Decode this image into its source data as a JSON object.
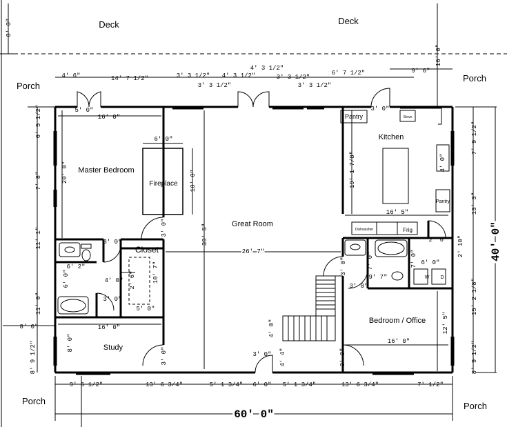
{
  "outdoor": {
    "deck_left": "Deck",
    "deck_right": "Deck",
    "porch_top_left": "Porch",
    "porch_top_right": "Porch",
    "porch_bottom_left": "Porch",
    "porch_bottom_right": "Porch"
  },
  "rooms": {
    "master_bedroom": "Master Bedroom",
    "fireplace": "Fireplace",
    "great_room": "Great Room",
    "kitchen": "Kitchen",
    "pantry_top": "Pantry",
    "pantry_side": "Pantry",
    "closet": "Closet",
    "study": "Study",
    "bedroom_office": "Bedroom / Office",
    "frig": "Frig",
    "stove": "Stove",
    "dishwasher": "Dishwasher",
    "washer": "W",
    "dryer": "D"
  },
  "dimensions": {
    "overall_width": "60' 0\"",
    "overall_depth": "40' 0\"",
    "deck_depth": "8' 0\"",
    "deck_right": "16' 0\"",
    "top": [
      "4' 6\"",
      "14' 7 1/2\"",
      "3' 3 1/2\"",
      "3' 3 1/2\"",
      "4' 3 1/2\"",
      "4' 3 1/2\"",
      "3' 3 1/2\"",
      "3' 3 1/2\"",
      "6' 7 1/2\"",
      "9' 6\""
    ],
    "master_door": "5' 0\"",
    "master_width": "16' 0\"",
    "master_depth": "20' 0\"",
    "fireplace_width": "6' 0\"",
    "fireplace_depth": "10' 0\"",
    "master_entry_door": "3' 0\"",
    "great_room_depth": "39' 5\"",
    "great_room_width": "26' 7\"",
    "kitchen_depth": "19' 1 7/8\"",
    "kitchen_width": "16' 5\"",
    "kitchen_door": "3' 0\"",
    "left_side": [
      "6' 5 1/2\"",
      "7' 8\"",
      "11' 1\"",
      "11' 0\"",
      "8' 0\"",
      "8' 9 1/2\""
    ],
    "right_side": [
      "7' 9 1/2\"",
      "13' 3\"",
      "2' 10\"",
      "15' 2 1/8\"",
      "8' 9 1/2\""
    ],
    "bath_door": "3' 0\"",
    "bath_width": "6' 2\"",
    "bath_depth": "6' 0\"",
    "closet_width": "4' 0\"",
    "closet_depth": "2' 6\"",
    "closet_depth2": "10' 7\"",
    "closet_lower": "5' 0\"",
    "closet_door": "3' 0\"",
    "study_width": "16' 0\"",
    "study_depth": "8' 0\"",
    "study_door": "3' 0\"",
    "front_door": "3' 0\"",
    "stair_a": "4' 0\"",
    "stair_b": "4' 4\"",
    "bed_width": "16' 0\"",
    "bed_depth": "12' 5\"",
    "bed_door": "3' 0\"",
    "bath2_door": "3' 0\"",
    "bath2_depth": "7' 0\"",
    "bath2_width": "9' 7\"",
    "laundry_depth": "7' 0\"",
    "laundry_width": "6' 0\"",
    "laundry_top": "2' 6\"",
    "laundry_door": "3' 0\"",
    "kitchen_side": "4' 0\"",
    "bottom": [
      "9' 6 1/2\"",
      "13' 6 3/4\"",
      "5' 1 3/4\"",
      "6' 0\"",
      "5' 1 3/4\"",
      "13' 6 3/4\"",
      "7' 1/2\""
    ]
  }
}
